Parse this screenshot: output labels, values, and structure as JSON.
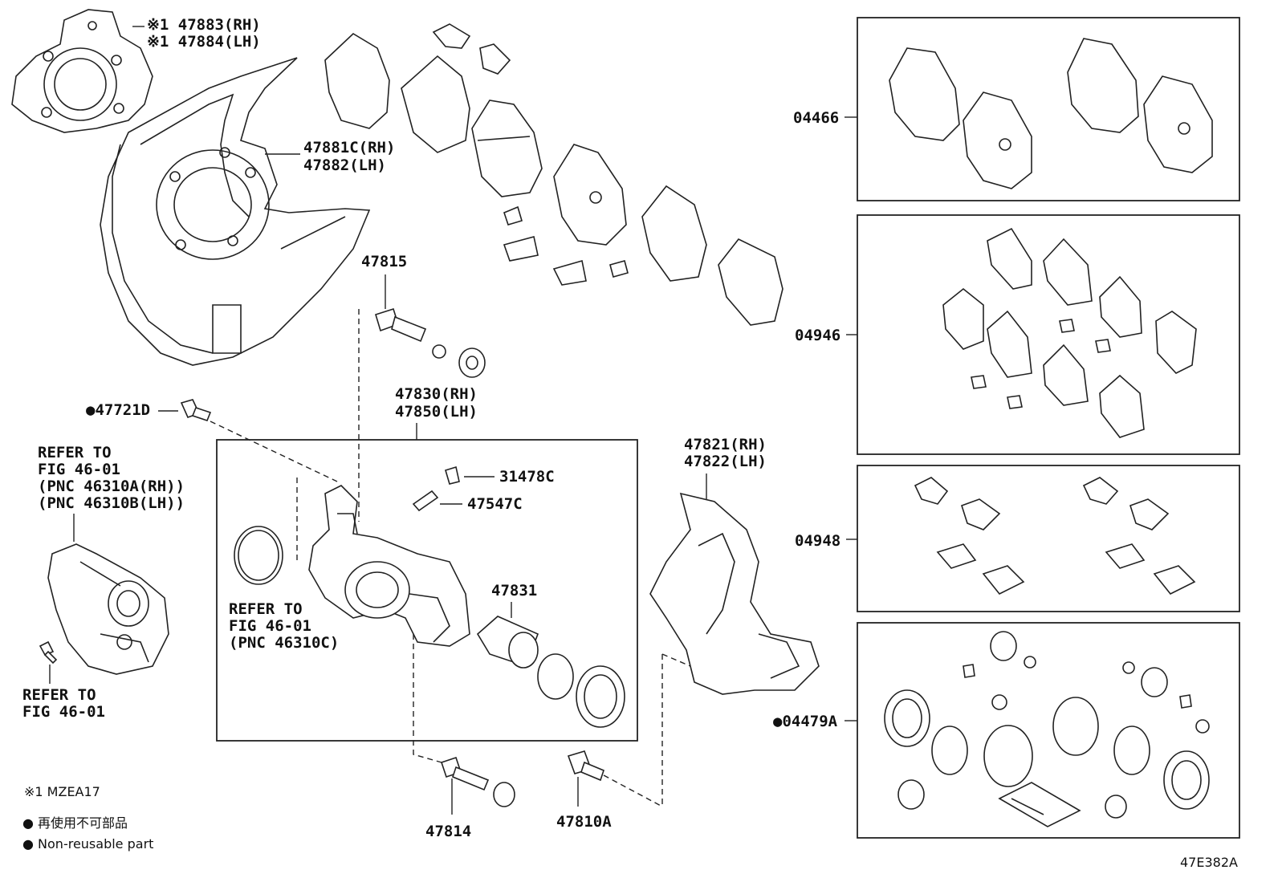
{
  "labels": {
    "pnc_47883": "※1 47883(RH)",
    "pnc_47884": "※1 47884(LH)",
    "pnc_47881c": "47881C(RH)",
    "pnc_47882": "47882(LH)",
    "pnc_47815": "47815",
    "pnc_47721d": "●47721D",
    "pnc_47830": "47830(RH)",
    "pnc_47850": "47850(LH)",
    "refer_a_1": "REFER TO",
    "refer_a_2": "FIG 46-01",
    "refer_a_3": "(PNC 46310A(RH))",
    "refer_a_4": "(PNC 46310B(LH))",
    "pnc_31478c": "31478C",
    "pnc_47547c": "47547C",
    "pnc_47831": "47831",
    "refer_c_1": "REFER TO",
    "refer_c_2": "FIG 46-01",
    "refer_c_3": "(PNC 46310C)",
    "refer_b_1": "REFER TO",
    "refer_b_2": "FIG 46-01",
    "pnc_47821": "47821(RH)",
    "pnc_47822": "47822(LH)",
    "pnc_47814": "47814",
    "pnc_47810a": "47810A",
    "kit_04466": "04466",
    "kit_04946": "04946",
    "kit_04948": "04948",
    "kit_04479a": "●04479A",
    "note_model": "※1 MZEA17",
    "legend_jp": "● 再使用不可部品",
    "legend_en": "● Non-reusable part",
    "figure_id": "47E382A"
  }
}
